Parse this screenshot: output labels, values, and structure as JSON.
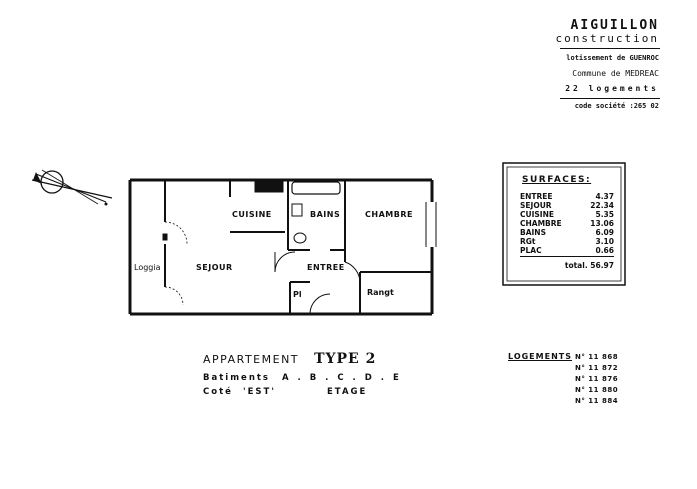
{
  "header": {
    "brand_line1": "AIGUILLON",
    "brand_line2": "construction",
    "lotissement": "lotissement de GUENROC",
    "commune": "Commune de MEDREAC",
    "logements_count": "22 logements",
    "code": "code société :265 02"
  },
  "plan": {
    "rooms": {
      "cuisine": "CUISINE",
      "bains": "BAINS",
      "chambre": "CHAMBRE",
      "sejour": "SEJOUR",
      "loggia": "Loggia",
      "entree": "ENTREE",
      "pl": "Pl",
      "rangt": "Rangt"
    }
  },
  "surfaces": {
    "title": "SURFACES:",
    "rows": [
      {
        "label": "ENTREE",
        "value": "4.37"
      },
      {
        "label": "SEJOUR",
        "value": "22.34"
      },
      {
        "label": "CUISINE",
        "value": "5.35"
      },
      {
        "label": "CHAMBRE",
        "value": "13.06"
      },
      {
        "label": "BAINS",
        "value": "6.09"
      },
      {
        "label": "RGt",
        "value": "3.10"
      },
      {
        "label": "PLAC",
        "value": "0.66"
      }
    ],
    "total": "total. 56.97"
  },
  "title": {
    "appartement": "APPARTEMENT",
    "type": "TYPE 2",
    "batiments_label": "Batiments",
    "batiments_value": "A . B . C . D . E",
    "cote_label": "Coté",
    "cote_value": "'EST'",
    "etage": "ETAGE"
  },
  "logements": {
    "label": "LOGEMENTS",
    "numbers": [
      "N° 11 868",
      "N° 11 872",
      "N° 11 876",
      "N° 11 880",
      "N° 11 884"
    ]
  }
}
